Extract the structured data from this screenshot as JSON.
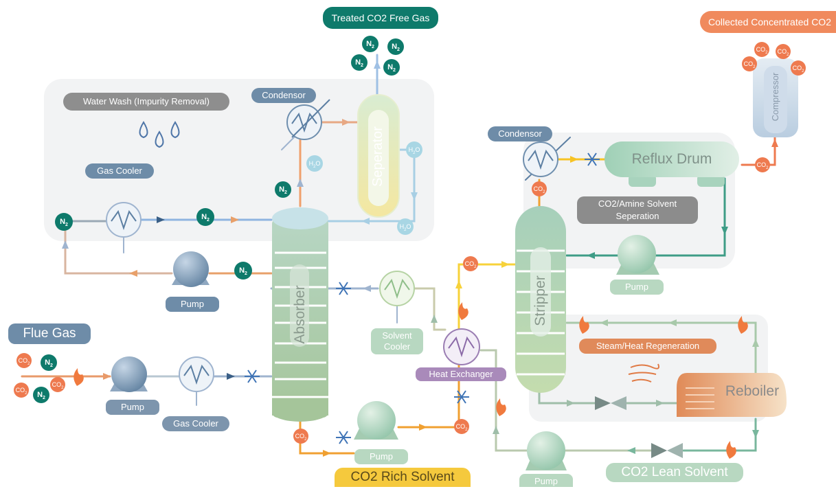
{
  "colors": {
    "teal": "#0e7a6b",
    "slate": "#6e8ca8",
    "orange": "#f08a5d",
    "co2": "#ee7a4f",
    "yellow": "#f5cb3a",
    "lean": "#3f9e86",
    "absorber": "#a9cbb0",
    "panel": "#f2f3f4"
  },
  "labels": {
    "treated_gas": "Treated CO2 Free Gas",
    "collected_co2": "Collected Concentrated CO2",
    "water_wash": "Water Wash (Impurity Removal)",
    "condensor_left": "Condensor",
    "condensor_right": "Condensor",
    "gas_cooler_top": "Gas Cooler",
    "gas_cooler_bottom": "Gas Cooler",
    "separator": "Seperator",
    "absorber": "Absorber",
    "stripper": "Stripper",
    "reflux_drum": "Reflux Drum",
    "compressor": "Compressor",
    "amine_separation_line1": "CO2/Amine Solvent",
    "amine_separation_line2": "Seperation",
    "pump_mid": "Pump",
    "pump_flue": "Pump",
    "pump_rich": "Pump",
    "pump_lean": "Pump",
    "pump_reflux": "Pump",
    "flue_gas": "Flue Gas",
    "solvent_cooler_line1": "Solvent",
    "solvent_cooler_line2": "Cooler",
    "heat_exchanger": "Heat Exchanger",
    "steam_regen": "Steam/Heat Regeneration",
    "reboiler": "Reboiler",
    "rich_solvent": "CO2 Rich Solvent",
    "lean_solvent": "CO2 Lean Solvent"
  },
  "molecules": {
    "n2": "N",
    "n2_sub": "2",
    "co2": "CO",
    "co2_sub": "2",
    "h2o_h": "H",
    "h2o_sub": "2",
    "h2o_o": "O"
  }
}
